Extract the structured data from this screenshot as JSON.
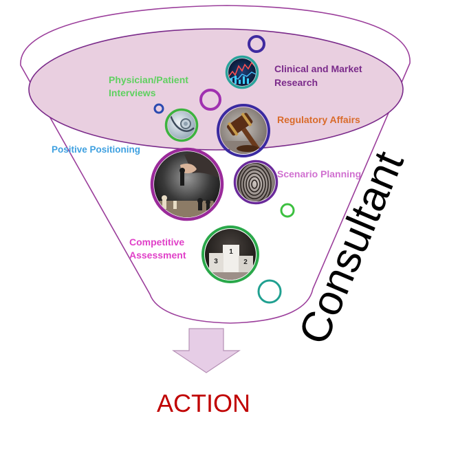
{
  "diagram": {
    "labels": {
      "clinical": [
        "Clinical and Market",
        "Research"
      ],
      "physician": [
        "Physician/Patient",
        "Interviews"
      ],
      "regulatory": "Regulatory Affairs",
      "positioning": "Positive Positioning",
      "scenario": "Scenario Planning",
      "competitive": [
        "Competitive",
        "Assessment"
      ]
    },
    "podium": {
      "first": "1",
      "second": "2",
      "third": "3"
    },
    "side_text": "Consultant",
    "output_label": "ACTION"
  },
  "colors": {
    "funnel_outline": "#9b3e9b",
    "funnel_top_fill": "#e9cfe0",
    "clinical": "#7a2a8a",
    "physician": "#5fd060",
    "regulatory": "#d96b2a",
    "positioning": "#3ea0e0",
    "scenario": "#d070d0",
    "competitive": "#e040c8",
    "action": "#c00000",
    "arrow": "#e6cde6"
  }
}
